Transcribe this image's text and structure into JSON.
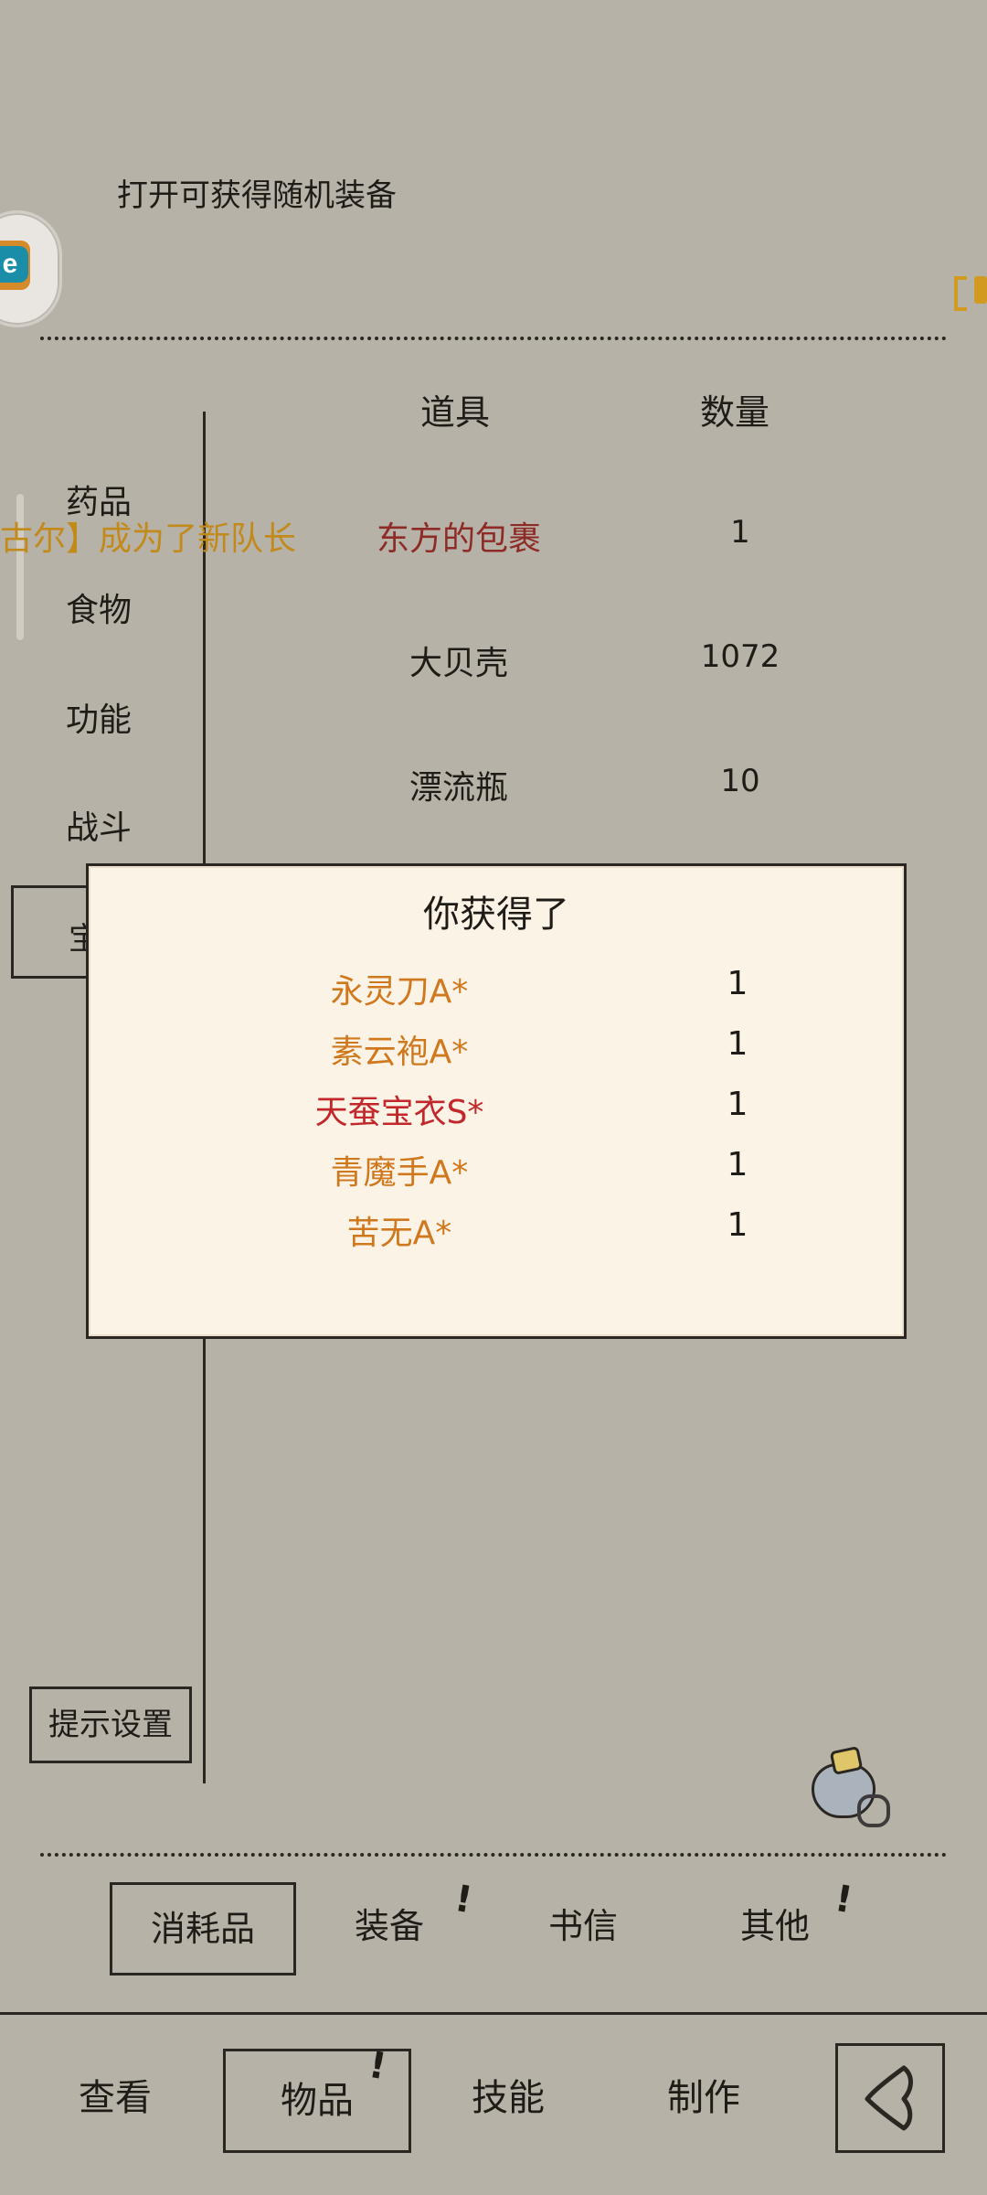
{
  "item_detail": {
    "description": "打开可获得随机装备"
  },
  "inventory": {
    "headers": {
      "item": "道具",
      "qty": "数量"
    },
    "categories": [
      "药品",
      "食物",
      "功能",
      "战斗"
    ],
    "category_stub": "宝",
    "rows": [
      {
        "name": "东方的包裹",
        "qty": "1",
        "highlight": true
      },
      {
        "name": "大贝壳",
        "qty": "1072",
        "highlight": false
      },
      {
        "name": "漂流瓶",
        "qty": "10",
        "highlight": false
      }
    ]
  },
  "ticker": {
    "text": "古尔】成为了新队长"
  },
  "modal": {
    "title": "你获得了",
    "items": [
      {
        "name": "永灵刀A*",
        "qty": "1",
        "color": "#d0781e"
      },
      {
        "name": "素云袍A*",
        "qty": "1",
        "color": "#d0781e"
      },
      {
        "name": "天蚕宝衣S*",
        "qty": "1",
        "color": "#c2272b"
      },
      {
        "name": "青魔手A*",
        "qty": "1",
        "color": "#d0781e"
      },
      {
        "name": "苦无A*",
        "qty": "1",
        "color": "#d0781e"
      }
    ]
  },
  "buttons": {
    "hint_settings": "提示设置"
  },
  "sub_tabs": [
    "消耗品",
    "装备",
    "书信",
    "其他"
  ],
  "bottom_nav": [
    "查看",
    "物品",
    "技能",
    "制作"
  ],
  "icons": {
    "bag": "bag-icon",
    "back": "back-icon"
  },
  "colors": {
    "background": "#b7b2a7",
    "modal_bg": "#fbf4e6",
    "rare_orange": "#d0781e",
    "rare_red": "#c2272b",
    "ticker": "#c28a1b"
  }
}
